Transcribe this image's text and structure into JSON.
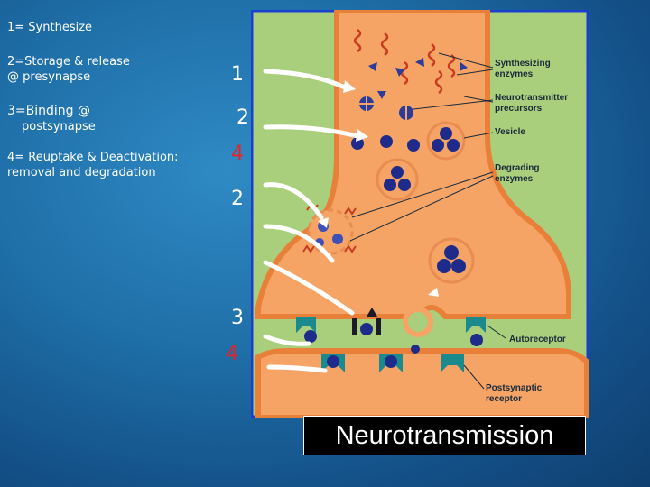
{
  "legend": {
    "line1": "1= Synthesize",
    "line2a": "2=Storage & release",
    "line2b": "@ presynapse",
    "line3a": "3=Binding @",
    "line3b": "postsynapse",
    "line4a": "4= Reuptake & Deactivation:",
    "line4b": "removal and degradation"
  },
  "numbers": {
    "n1": "1",
    "n2a": "2",
    "n4a": "4",
    "n2b": "2",
    "n3": "3",
    "n4b": "4"
  },
  "diagram": {
    "labels": {
      "synth1": "Synthesizing",
      "synth2": "enzymes",
      "nt1": "Neurotransmitter",
      "nt2": "precursors",
      "vesicle": "Vesicle",
      "deg1": "Degrading",
      "deg2": "enzymes",
      "auto": "Autoreceptor",
      "post1": "Postsynaptic",
      "post2": "receptor"
    },
    "colors": {
      "background": "#a9cf7c",
      "terminal": "#f5a466",
      "terminal_edge": "#e8803a",
      "molecule": "#1f2b8a",
      "receptor": "#1b8a8c",
      "enzyme": "#c93a1f",
      "border": "#1a3fd0"
    }
  },
  "title": "Neurotransmission"
}
